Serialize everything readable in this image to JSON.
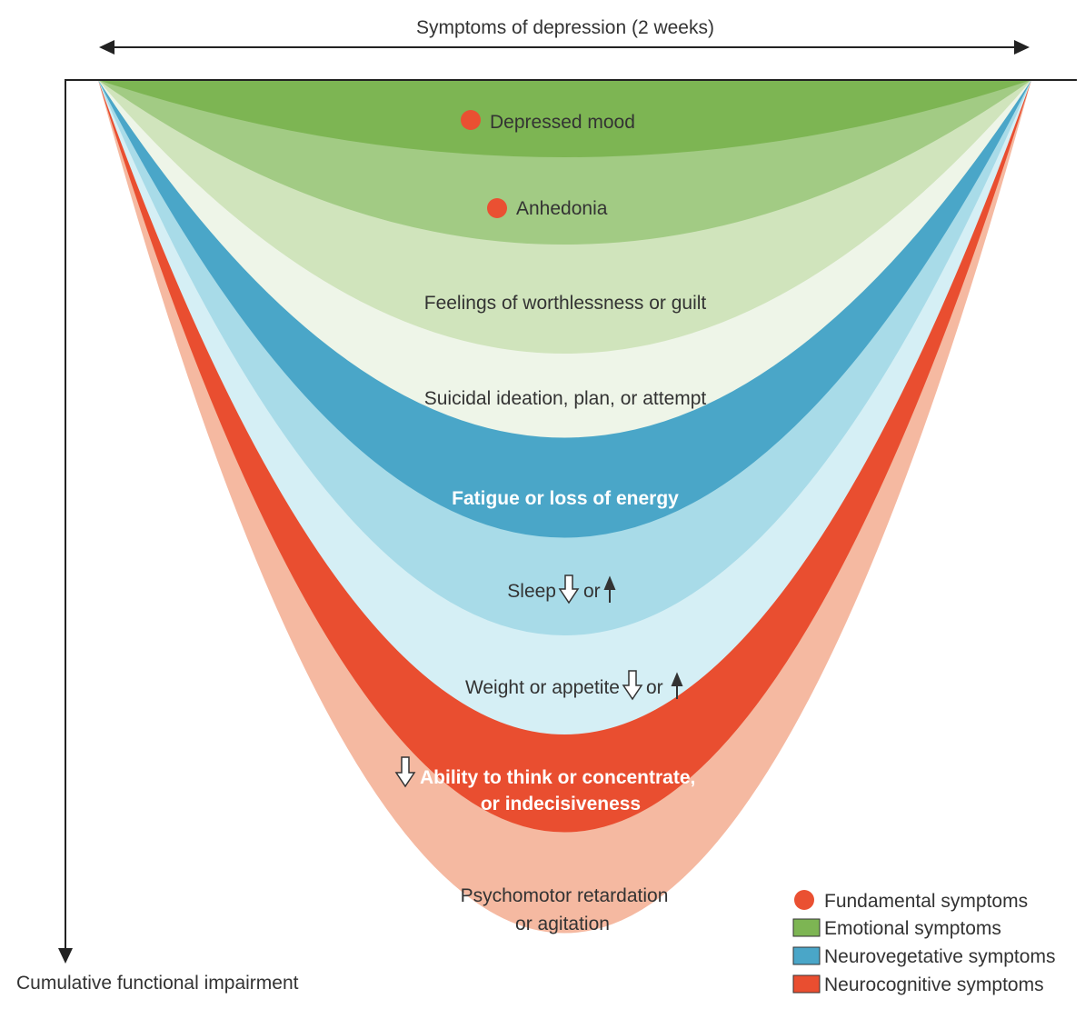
{
  "top_axis": {
    "label": "Symptoms of depression (2 weeks)"
  },
  "side_axis": {
    "label": "Cumulative functional impairment"
  },
  "colors": {
    "fundamental": "#ea5032",
    "bands": [
      "#7db553",
      "#a2cb84",
      "#d0e4bc",
      "#eef5e8",
      "#4aa6c8",
      "#a8dbe8",
      "#d5eff5",
      "#e94e30",
      "#f5b9a1"
    ]
  },
  "symptoms": [
    {
      "label": "Depressed mood",
      "category": "emotional",
      "fundamental": true
    },
    {
      "label": "Anhedonia",
      "category": "emotional",
      "fundamental": true
    },
    {
      "label": "Feelings of worthlessness or guilt",
      "category": "emotional",
      "fundamental": false
    },
    {
      "label": "Suicidal ideation, plan, or attempt",
      "category": "emotional",
      "fundamental": false
    },
    {
      "label": "Fatigue or loss of energy",
      "category": "neurovegetative",
      "fundamental": false
    },
    {
      "label": "Sleep",
      "connector": "or",
      "category": "neurovegetative",
      "fundamental": false
    },
    {
      "label": "Weight or appetite",
      "connector": "or",
      "category": "neurovegetative",
      "fundamental": false
    },
    {
      "line1": "Ability to think or concentrate,",
      "line2": "or indecisiveness",
      "category": "neurocognitive",
      "fundamental": false
    },
    {
      "line1": "Psychomotor retardation",
      "line2": "or agitation",
      "category": "neurocognitive",
      "fundamental": false
    }
  ],
  "legend": [
    {
      "label": "Fundamental symptoms",
      "shape": "circle",
      "color": "#ea5032"
    },
    {
      "label": "Emotional symptoms",
      "shape": "square",
      "color": "#7db553"
    },
    {
      "label": "Neurovegetative symptoms",
      "shape": "square",
      "color": "#4aa6c8"
    },
    {
      "label": "Neurocognitive symptoms",
      "shape": "square",
      "color": "#e94e30"
    }
  ]
}
